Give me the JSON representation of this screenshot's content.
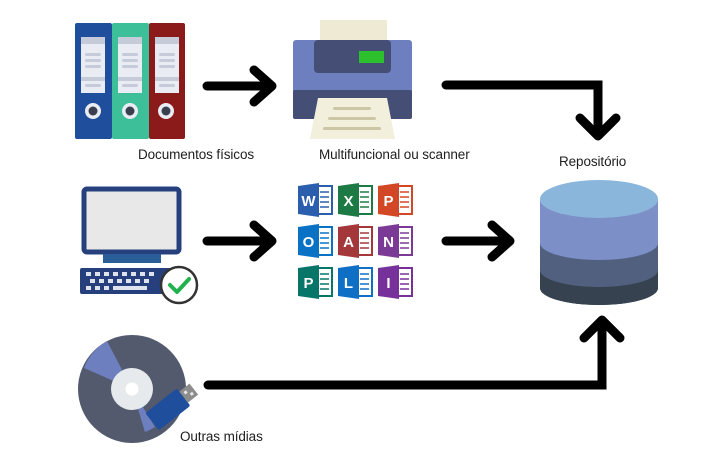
{
  "labels": {
    "physical_documents": "Documentos físicos",
    "scanner": "Multifuncional ou scanner",
    "repository": "Repositório",
    "other_media": "Outras mídias"
  },
  "colors": {
    "binder_blue": "#1f4e9c",
    "binder_green": "#3dbf9a",
    "binder_red": "#8b1a1a",
    "printer_body": "#6e7fc0",
    "printer_dark": "#454e75",
    "printer_display": "#2cc02c",
    "paper": "#f2efdc",
    "monitor_frame": "#263f7d",
    "monitor_screen": "#e8e8e8",
    "check_green": "#22b14c",
    "db_top": "#8ab6dc",
    "db_layer2": "#7d8fc7",
    "db_layer3": "#52607f",
    "db_bottom": "#36424f",
    "disc": "#535a6e",
    "usb": "#1f4e9c",
    "arrow": "#000000"
  },
  "office_apps": [
    {
      "letter": "W",
      "name": "Word",
      "color": "#2b5fad"
    },
    {
      "letter": "X",
      "name": "Excel",
      "color": "#1e7a45"
    },
    {
      "letter": "P",
      "name": "PowerPoint",
      "color": "#d24726"
    },
    {
      "letter": "O",
      "name": "Outlook",
      "color": "#0a72c4"
    },
    {
      "letter": "A",
      "name": "Access",
      "color": "#a4373a"
    },
    {
      "letter": "N",
      "name": "OneNote",
      "color": "#7b3a96"
    },
    {
      "letter": "P",
      "name": "Publisher",
      "color": "#077568"
    },
    {
      "letter": "L",
      "name": "Lync",
      "color": "#0f6fc5"
    },
    {
      "letter": "I",
      "name": "InfoPath",
      "color": "#77319a"
    }
  ]
}
